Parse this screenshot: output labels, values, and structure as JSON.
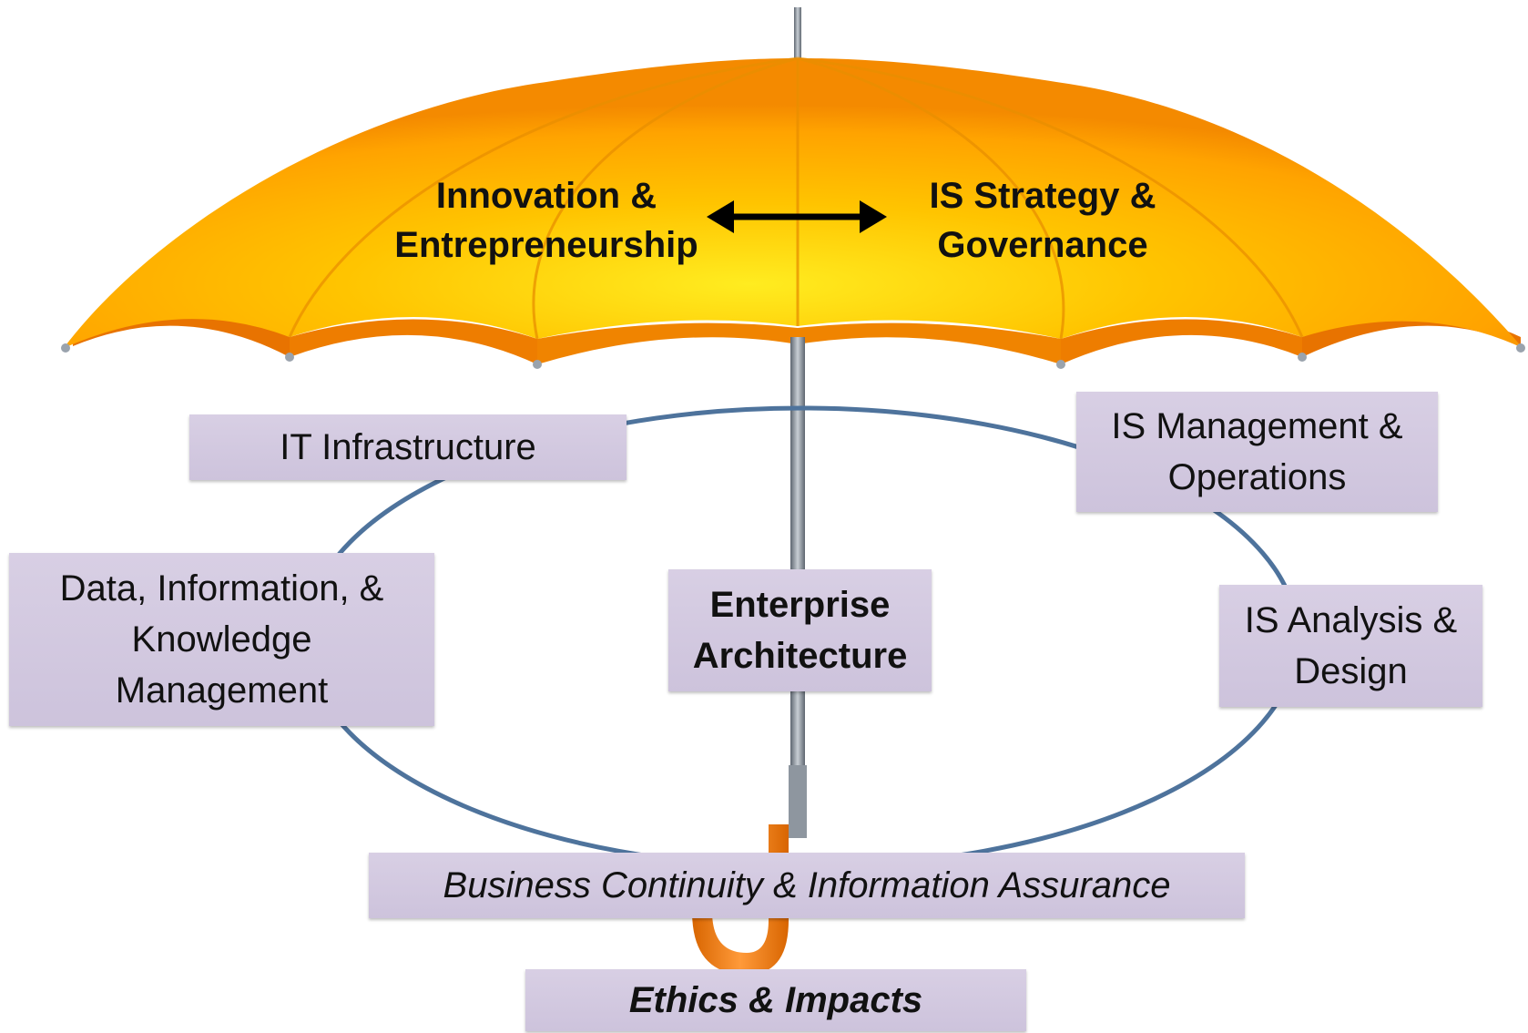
{
  "canopy": {
    "left_label": "Innovation &\nEntrepreneurship",
    "right_label": "IS Strategy &\nGovernance"
  },
  "boxes": {
    "it_infrastructure": "IT Infrastructure",
    "is_management": "IS Management &\nOperations",
    "data_information": "Data, Information, &\nKnowledge\nManagement",
    "enterprise_architecture": "Enterprise\nArchitecture",
    "is_analysis": "IS Analysis &\nDesign",
    "business_continuity": "Business Continuity & Information Assurance",
    "ethics": "Ethics & Impacts"
  },
  "colors": {
    "canopy_light": "#ffe21a",
    "canopy_mid": "#ffb000",
    "canopy_dark": "#f07a00",
    "box_fill": "#d3c9e0",
    "ellipse_stroke": "#4e739c",
    "handle": "#ef7b12"
  }
}
